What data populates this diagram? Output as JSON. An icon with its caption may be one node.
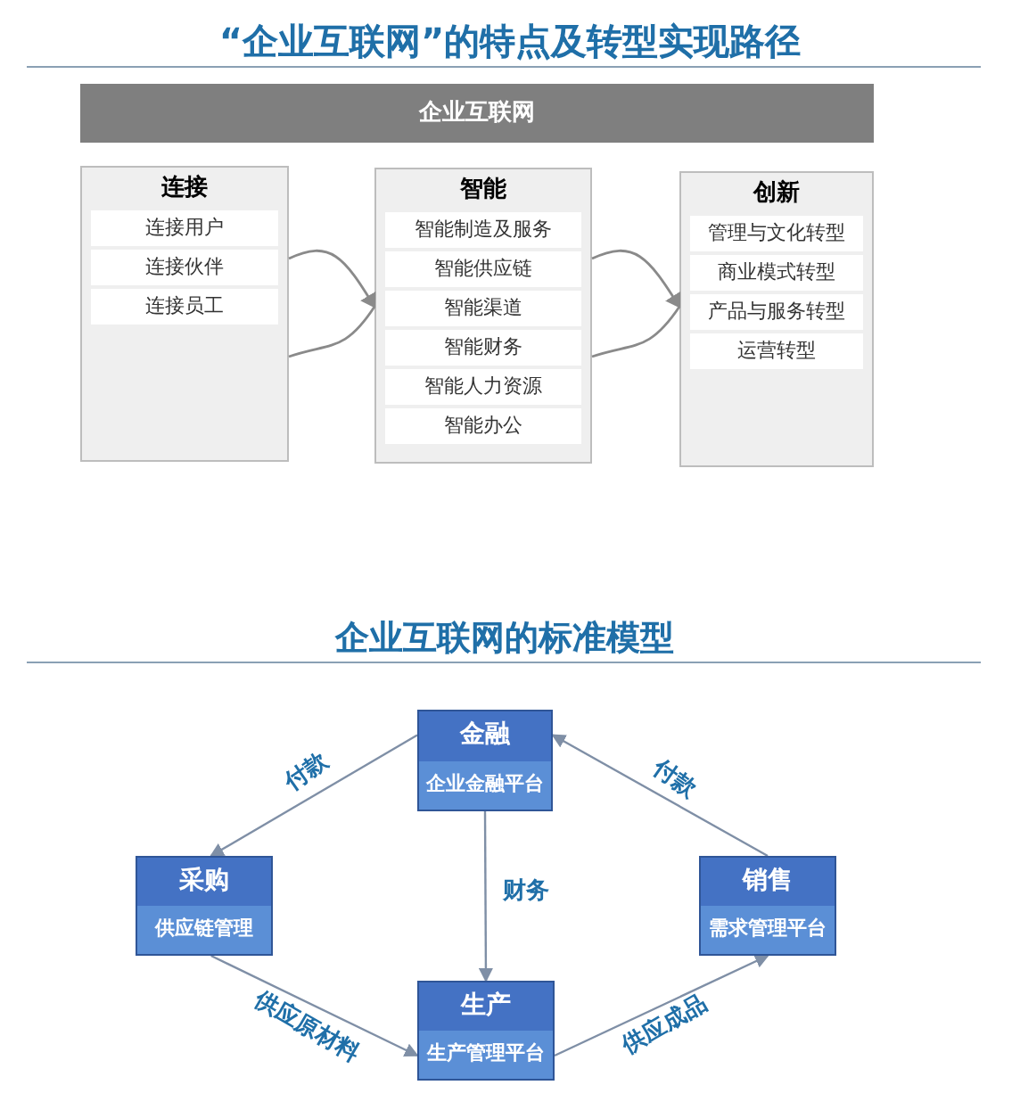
{
  "diagram": {
    "title": "“企业互联网”的特点及转型实现路径",
    "nodes": [
      {
        "text": [
          "企业互联网"
        ]
      },
      {
        "text": [
          "连接"
        ]
      },
      {
        "text": [
          "连接用户"
        ],
        "in": 1
      },
      {
        "text": [
          "连接伙伴"
        ],
        "in": 1
      },
      {
        "text": [
          "连接员工"
        ],
        "in": 1
      },
      {
        "text": [
          "智能"
        ]
      },
      {
        "text": [
          "智能制造及服务"
        ],
        "in": 5
      },
      {
        "text": [
          "智能供应链"
        ],
        "in": 5
      },
      {
        "text": [
          "智能渠道"
        ],
        "in": 5
      },
      {
        "text": [
          "智能财务"
        ],
        "in": 5
      },
      {
        "text": [
          "智能人力资源"
        ],
        "in": 5
      },
      {
        "text": [
          "智能办公"
        ],
        "in": 5
      },
      {
        "text": [
          "创新"
        ]
      },
      {
        "text": [
          "管理与文化转型"
        ],
        "in": 12
      },
      {
        "text": [
          "商业模式转型"
        ],
        "in": 12
      },
      {
        "text": [
          "产品与服务转型"
        ],
        "in": 12
      },
      {
        "text": [
          "运营转型"
        ],
        "in": 12
      },
      {
        "text": [
          "金融",
          "企业金融平台"
        ]
      },
      {
        "text": [
          "采购",
          "供应链管理"
        ]
      },
      {
        "text": [
          "销售",
          "需求管理平台"
        ]
      },
      {
        "text": [
          "生产",
          "生产管理平台"
        ]
      }
    ],
    "edges": [
      {
        "from": 1,
        "to": 5,
        "arrow": "to"
      },
      {
        "from": 5,
        "to": 12,
        "arrow": "to"
      },
      {
        "from": 17,
        "to": 18,
        "arrow": "to",
        "label": "付款"
      },
      {
        "from": 19,
        "to": 17,
        "arrow": "to",
        "label": "付款"
      },
      {
        "from": 17,
        "to": 20,
        "arrow": "to",
        "label": "财务"
      },
      {
        "from": 18,
        "to": 20,
        "arrow": "to",
        "label": "供应原材料"
      },
      {
        "from": 20,
        "to": 19,
        "arrow": "to",
        "label": "供应成品"
      }
    ],
    "labels": [
      "企业互联网的标准模型"
    ]
  }
}
